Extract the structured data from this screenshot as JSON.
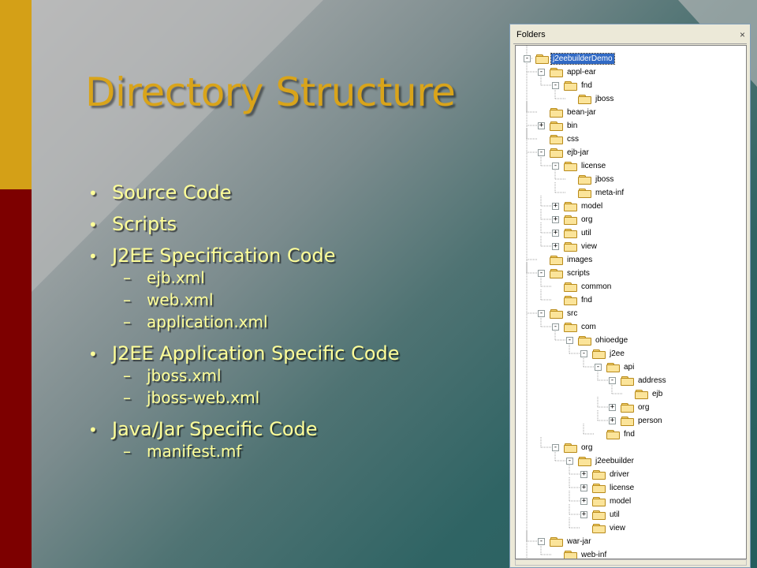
{
  "slide": {
    "title": "Directory Structure",
    "bullets": [
      {
        "text": "Source Code",
        "subs": []
      },
      {
        "text": "Scripts",
        "subs": []
      },
      {
        "text": "J2EE Specification Code",
        "subs": [
          "ejb.xml",
          "web.xml",
          "application.xml"
        ]
      },
      {
        "text": "J2EE Application Specific Code",
        "subs": [
          "jboss.xml",
          "jboss-web.xml"
        ]
      },
      {
        "text": "Java/Jar Specific Code",
        "subs": [
          "manifest.mf"
        ]
      }
    ],
    "bullet_glyph": "•",
    "sub_glyph": "–"
  },
  "explorer": {
    "header": "Folders",
    "close_glyph": "×",
    "tree": [
      {
        "label": "j2eebuilderDemo",
        "depth": 0,
        "exp": "-",
        "selected": true
      },
      {
        "label": "appl-ear",
        "depth": 1,
        "exp": "-"
      },
      {
        "label": "fnd",
        "depth": 2,
        "exp": "-"
      },
      {
        "label": "jboss",
        "depth": 3,
        "exp": ""
      },
      {
        "label": "bean-jar",
        "depth": 1,
        "exp": ""
      },
      {
        "label": "bin",
        "depth": 1,
        "exp": "+"
      },
      {
        "label": "css",
        "depth": 1,
        "exp": ""
      },
      {
        "label": "ejb-jar",
        "depth": 1,
        "exp": "-"
      },
      {
        "label": "license",
        "depth": 2,
        "exp": "-"
      },
      {
        "label": "jboss",
        "depth": 3,
        "exp": ""
      },
      {
        "label": "meta-inf",
        "depth": 3,
        "exp": ""
      },
      {
        "label": "model",
        "depth": 2,
        "exp": "+"
      },
      {
        "label": "org",
        "depth": 2,
        "exp": "+"
      },
      {
        "label": "util",
        "depth": 2,
        "exp": "+"
      },
      {
        "label": "view",
        "depth": 2,
        "exp": "+"
      },
      {
        "label": "images",
        "depth": 1,
        "exp": ""
      },
      {
        "label": "scripts",
        "depth": 1,
        "exp": "-"
      },
      {
        "label": "common",
        "depth": 2,
        "exp": ""
      },
      {
        "label": "fnd",
        "depth": 2,
        "exp": ""
      },
      {
        "label": "src",
        "depth": 1,
        "exp": "-"
      },
      {
        "label": "com",
        "depth": 2,
        "exp": "-"
      },
      {
        "label": "ohioedge",
        "depth": 3,
        "exp": "-"
      },
      {
        "label": "j2ee",
        "depth": 4,
        "exp": "-"
      },
      {
        "label": "api",
        "depth": 5,
        "exp": "-"
      },
      {
        "label": "address",
        "depth": 6,
        "exp": "-"
      },
      {
        "label": "ejb",
        "depth": 7,
        "exp": ""
      },
      {
        "label": "org",
        "depth": 6,
        "exp": "+"
      },
      {
        "label": "person",
        "depth": 6,
        "exp": "+"
      },
      {
        "label": "fnd",
        "depth": 5,
        "exp": ""
      },
      {
        "label": "org",
        "depth": 2,
        "exp": "-"
      },
      {
        "label": "j2eebuilder",
        "depth": 3,
        "exp": "-"
      },
      {
        "label": "driver",
        "depth": 4,
        "exp": "+"
      },
      {
        "label": "license",
        "depth": 4,
        "exp": "+"
      },
      {
        "label": "model",
        "depth": 4,
        "exp": "+"
      },
      {
        "label": "util",
        "depth": 4,
        "exp": "+"
      },
      {
        "label": "view",
        "depth": 4,
        "exp": ""
      },
      {
        "label": "war-jar",
        "depth": 1,
        "exp": "-"
      },
      {
        "label": "web-inf",
        "depth": 2,
        "exp": ""
      }
    ]
  },
  "colors": {
    "title": "#d9a41a",
    "bullet_text": "#ffff99",
    "left_bar_top": "#d4a017",
    "left_bar_bottom": "#7d0000",
    "teal": "#2f6464",
    "selection": "#316ac5"
  }
}
